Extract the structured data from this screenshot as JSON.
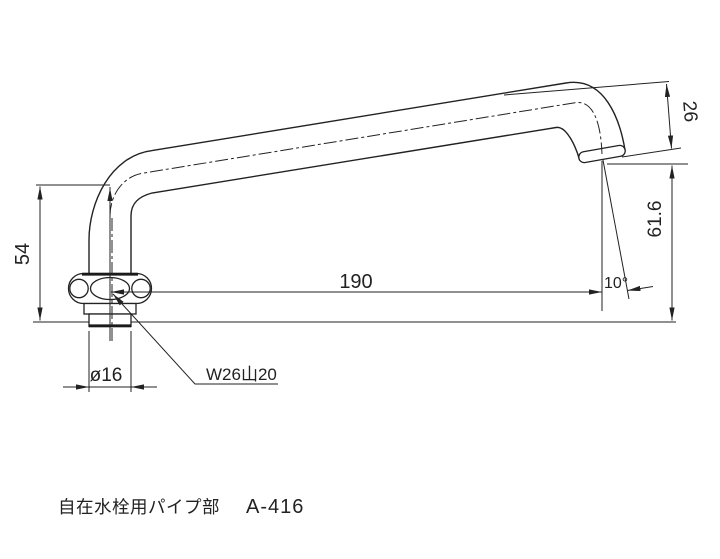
{
  "meta": {
    "background_color": "#ffffff",
    "line_color": "#222222",
    "drawing_type": "technical dimension drawing"
  },
  "caption": {
    "title": "自在水栓用パイプ部",
    "code": "A-416"
  },
  "dims": {
    "base_height": "54",
    "reach": "190",
    "outlet_height": "61.6",
    "spout_drop": "26",
    "spout_angle": "10°",
    "pipe_dia": "ø16",
    "thread_spec": "W26山20"
  }
}
